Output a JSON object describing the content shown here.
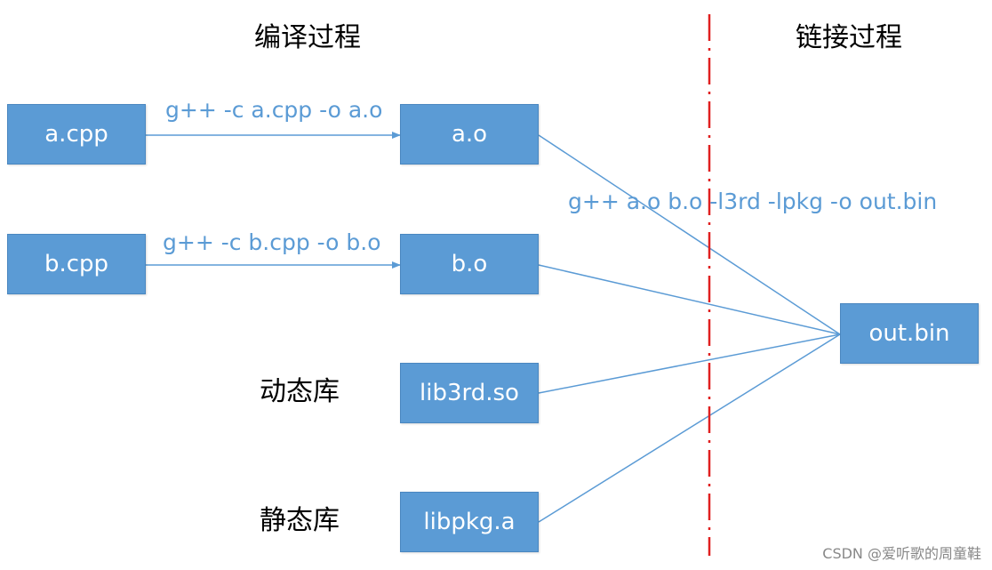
{
  "titles": {
    "compile": "编译过程",
    "link": "链接过程"
  },
  "nodes": {
    "a_cpp": "a.cpp",
    "b_cpp": "b.cpp",
    "a_o": "a.o",
    "b_o": "b.o",
    "lib3rd_so": "lib3rd.so",
    "libpkg_a": "libpkg.a",
    "out_bin": "out.bin"
  },
  "labels": {
    "dynamic_lib": "动态库",
    "static_lib": "静态库"
  },
  "commands": {
    "compile_a": "g++ -c a.cpp -o a.o",
    "compile_b": "g++ -c b.cpp -o b.o",
    "link": "g++  a.o b.o -l3rd -lpkg -o out.bin"
  },
  "watermark": "CSDN @爱听歌的周童鞋",
  "colors": {
    "node_fill": "#5b9bd5",
    "command_text": "#5b9bd5",
    "divider": "#e02020"
  }
}
